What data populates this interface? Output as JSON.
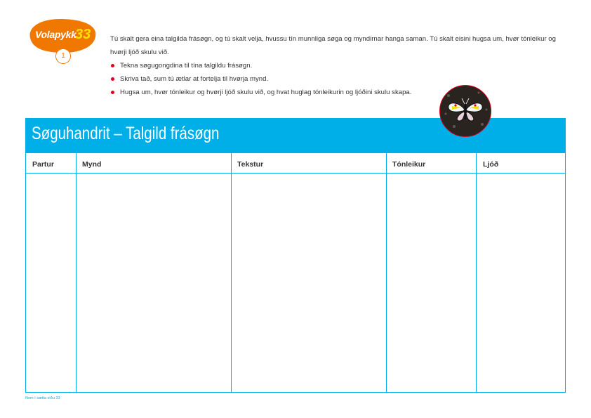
{
  "logo": {
    "text": "Volapykk",
    "number": "33",
    "page_badge": "1",
    "colors": {
      "shape": "#f07800",
      "number": "#ffe000"
    }
  },
  "intro": {
    "paragraph": "Tú skalt gera eina talgilda frásøgn, og tú skalt velja, hvussu tín munnliga søga og myndirnar hanga saman. Tú skalt eisini hugsa um, hvør tónleikur og hvørji ljóð skulu við.",
    "bullets": [
      "Tekna søgugongdina til tína talgildu frásøgn.",
      "Skriva tað, sum tú ætlar at fortelja til hvørja mynd.",
      "Hugsa um, hvør tónleikur og hvørji ljóð skulu við, og hvat huglag tónleikurin og ljóðini skulu skapa."
    ],
    "bullet_color": "#e2001a"
  },
  "badge_image": {
    "icon": "butterfly-icon"
  },
  "banner": {
    "title": "Søguhandrit – Talgild frásøgn",
    "color": "#00aee8"
  },
  "table": {
    "columns": [
      "Partur",
      "Mynd",
      "Tekstur",
      "Tónleikur",
      "Ljóð"
    ]
  },
  "footer": {
    "text": "Nem í sætta síðu 33"
  }
}
